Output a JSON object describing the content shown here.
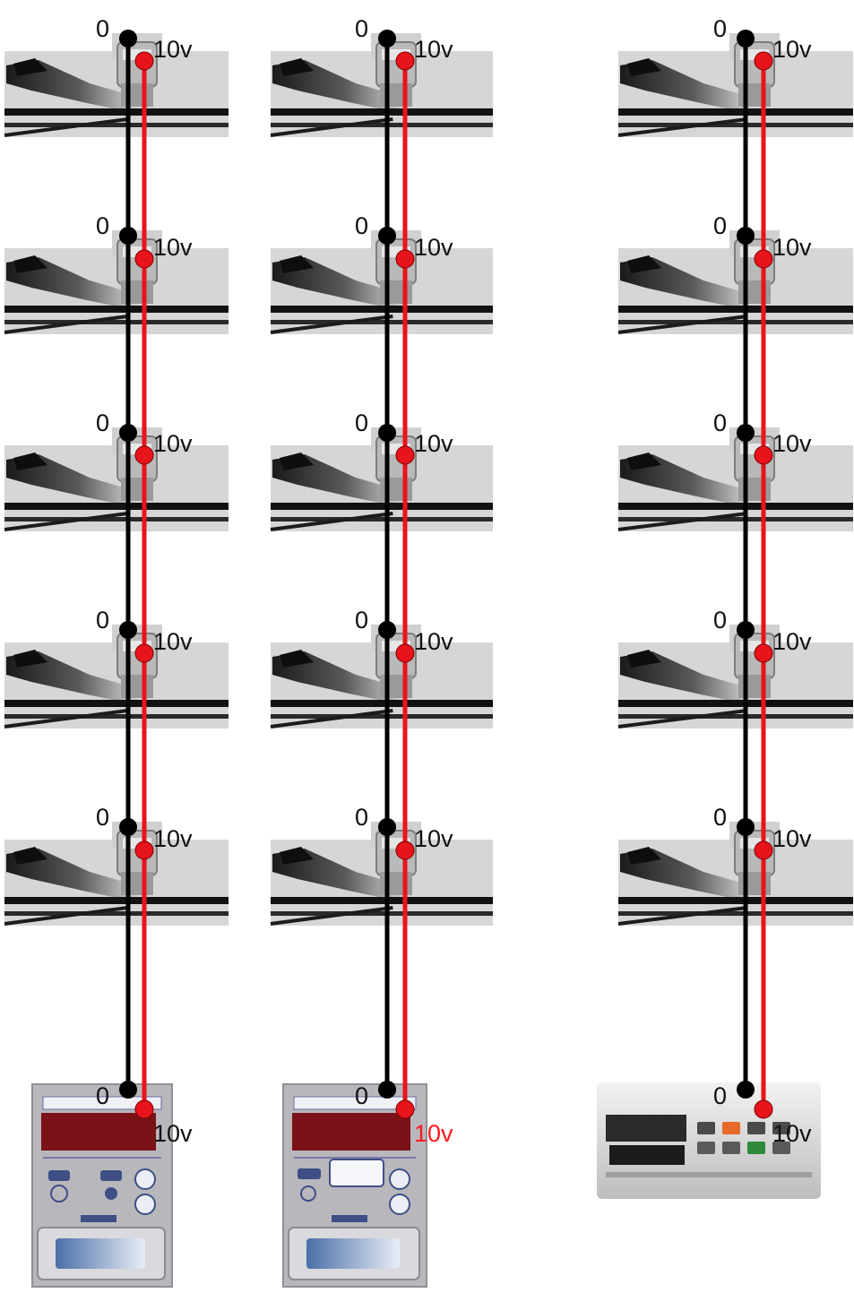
{
  "colors": {
    "neutral_wire": "#000000",
    "signal_wire": "#e8141b",
    "display_red": "#7b1218",
    "panel_grey": "#b7b7bc",
    "label_highlight": "#ff1a1a"
  },
  "icons": {
    "actuator": "damper-actuator-icon",
    "controller": "controller-panel-icon",
    "din_controller": "din-rail-controller-icon"
  },
  "columns": [
    {
      "actuators": [
        {
          "zero_label": "0",
          "volt_label": "10v"
        },
        {
          "zero_label": "0",
          "volt_label": "10v"
        },
        {
          "zero_label": "0",
          "volt_label": "10v"
        },
        {
          "zero_label": "0",
          "volt_label": "10v"
        },
        {
          "zero_label": "0",
          "volt_label": "10v"
        }
      ],
      "controller": {
        "zero_label": "0",
        "volt_label": "10v",
        "volt_highlighted": false,
        "kind": "panel"
      }
    },
    {
      "actuators": [
        {
          "zero_label": "0",
          "volt_label": "10v"
        },
        {
          "zero_label": "0",
          "volt_label": "10v"
        },
        {
          "zero_label": "0",
          "volt_label": "10v"
        },
        {
          "zero_label": "0",
          "volt_label": "10v"
        },
        {
          "zero_label": "0",
          "volt_label": "10v"
        }
      ],
      "controller": {
        "zero_label": "0",
        "volt_label": "10v",
        "volt_highlighted": true,
        "kind": "panel"
      }
    },
    {
      "actuators": [
        {
          "zero_label": "0",
          "volt_label": "10v"
        },
        {
          "zero_label": "0",
          "volt_label": "10v"
        },
        {
          "zero_label": "0",
          "volt_label": "10v"
        },
        {
          "zero_label": "0",
          "volt_label": "10v"
        },
        {
          "zero_label": "0",
          "volt_label": "10v"
        }
      ],
      "controller": {
        "zero_label": "0",
        "volt_label": "10v",
        "volt_highlighted": false,
        "kind": "din"
      }
    }
  ]
}
